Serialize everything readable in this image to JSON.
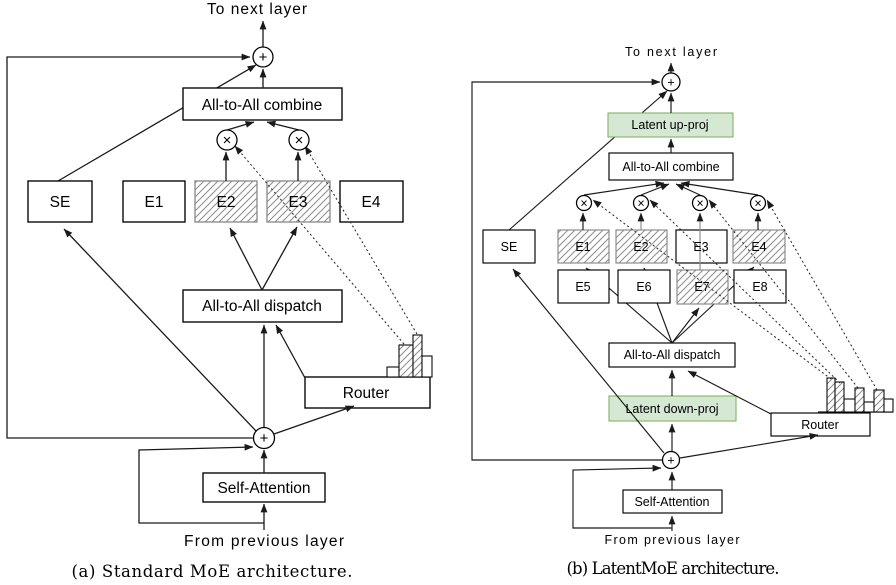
{
  "figure": {
    "kind": "moe-architecture-comparison",
    "icons": {
      "add": "+",
      "multiply": "×",
      "router_icon": "sorted-probability-bars"
    }
  },
  "colors": {
    "latent_fill": "#d5e8d4",
    "latent_border": "#82b366",
    "hatch_stroke": "#8c8c8c",
    "line": "#1a1a1a"
  },
  "diagram_a": {
    "caption": "(a) Standard MoE architecture.",
    "to_next_layer": "To next layer",
    "from_previous_layer": "From previous layer",
    "nodes": {
      "combine": "All-to-All combine",
      "dispatch": "All-to-All dispatch",
      "router": "Router",
      "self_attention": "Self-Attention",
      "se": "SE",
      "e1": "E1",
      "e2": "E2",
      "e3": "E3",
      "e4": "E4"
    },
    "selected_experts": [
      "E2",
      "E3"
    ],
    "router_bar_heights": [
      10,
      32,
      42,
      21
    ]
  },
  "diagram_b": {
    "caption": "(b) LatentMoE architecture.",
    "to_next_layer": "To next layer",
    "from_previous_layer": "From previous layer",
    "nodes": {
      "latent_up_proj": "Latent up-proj",
      "combine": "All-to-All combine",
      "dispatch": "All-to-All dispatch",
      "latent_down_proj": "Latent down-proj",
      "router": "Router",
      "self_attention": "Self-Attention",
      "se": "SE",
      "e1": "E1",
      "e2": "E2",
      "e3": "E3",
      "e4": "E4",
      "e5": "E5",
      "e6": "E6",
      "e7": "E7",
      "e8": "E8"
    },
    "selected_experts": [
      "E1",
      "E2",
      "E7",
      "E4"
    ],
    "router_bar_heights": [
      34,
      30,
      13,
      24,
      10,
      22,
      13
    ]
  }
}
